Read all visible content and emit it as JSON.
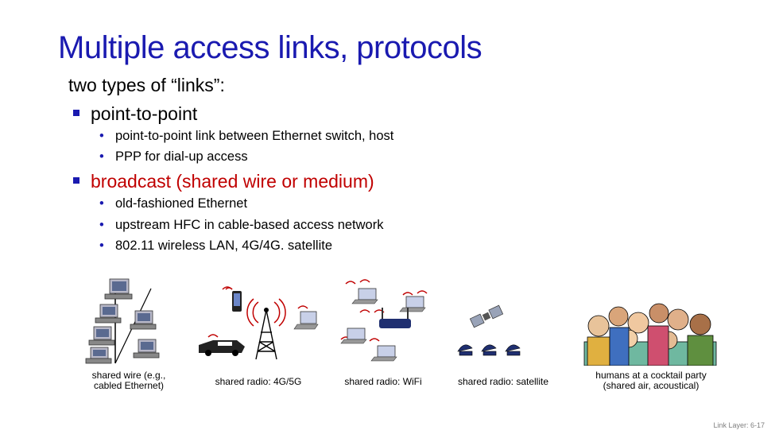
{
  "slide": {
    "title": "Multiple access links, protocols",
    "intro": "two types of “links”:",
    "bullets": [
      {
        "label": "point-to-point",
        "color": "#000000",
        "sub": [
          "point-to-point link between Ethernet switch, host",
          "PPP for dial-up access"
        ]
      },
      {
        "label": "broadcast (shared wire or medium)",
        "color": "#c00000",
        "sub": [
          "old-fashioned Ethernet",
          "upstream HFC in cable-based access network",
          "802.11 wireless LAN, 4G/4G. satellite"
        ]
      }
    ]
  },
  "figures": [
    {
      "icon": "wired-ethernet-icon",
      "caption_line1": "shared wire (e.g.,",
      "caption_line2": "cabled Ethernet)"
    },
    {
      "icon": "cellular-tower-icon",
      "caption_line1": "shared radio: 4G/5G"
    },
    {
      "icon": "wifi-router-icon",
      "caption_line1": "shared radio: WiFi"
    },
    {
      "icon": "satellite-icon",
      "caption_line1": "shared radio: satellite"
    },
    {
      "icon": "cocktail-party-icon",
      "caption_line1": "humans at a cocktail party",
      "caption_line2": "(shared air, acoustical)"
    }
  ],
  "footer": "Link Layer: 6-17",
  "colors": {
    "title": "#1a1ab0",
    "accent": "#c00000",
    "bullet": "#1a1ab0"
  }
}
